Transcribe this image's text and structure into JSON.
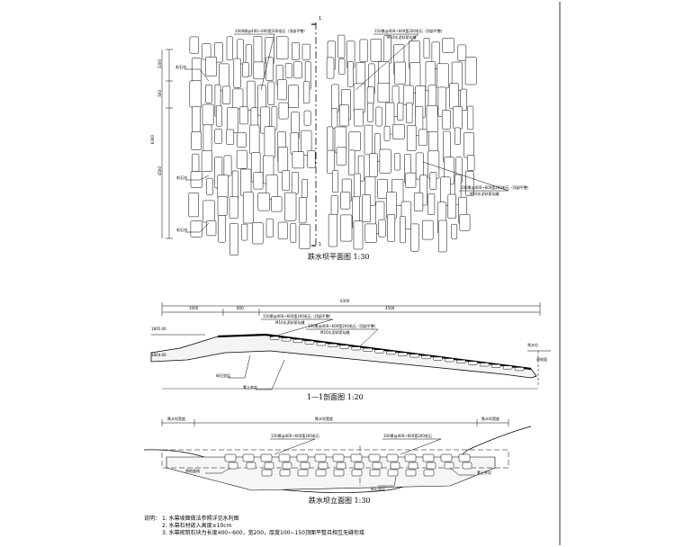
{
  "plan": {
    "title": "跌水坝平面图 1:30",
    "section_mark": "1",
    "dims": [
      "1000",
      "500",
      "4500",
      "6300"
    ],
    "callouts": [
      "1000厚@400~600宽200毛石（顶部平整）",
      "150厚@400~600宽200毛石（顶部平整）",
      "M10水泥砂浆勾缝",
      "100厚@400~600宽200毛石（顶部平整）",
      "M10水泥砂浆勾缝"
    ],
    "stone_labels": [
      "毛石块",
      "毛石块",
      "毛石块"
    ]
  },
  "section": {
    "title": "1—1剖面图 1:20",
    "dims": [
      "6300",
      "1000",
      "800",
      "4500"
    ],
    "elevations": [
      "1805.60",
      "1804.60"
    ],
    "callouts": [
      "150厚@400~600宽200毛石（顶部平整）",
      "M10水泥砂浆勾缝",
      "100厚@400~600宽200毛石（顶部平整）",
      "M10水泥砂浆勾缝"
    ],
    "markers": [
      "常水位",
      "原地面",
      "碎石垫层",
      "素土夯实"
    ]
  },
  "elevation": {
    "title": "跌水坝立面图 1:30",
    "dims": [
      "跌水坝宽度",
      "跌水坝宽度",
      "跌水坝宽度"
    ],
    "callouts": [
      "150厚@400~600宽200毛石",
      "100厚@400~600宽200毛石"
    ],
    "markers": [
      "原地面线",
      "碎石垫层",
      "素土夯实"
    ]
  },
  "notes": {
    "heading": "说明：",
    "items": [
      "1. 水幕坡面做法参照详见水利图",
      "2. 水幕石材嵌入高度±10cm",
      "3. 水幕砌筑石块为长度400~600，宽200，厚度100~150顶面平整且相互无缝衔接"
    ]
  }
}
